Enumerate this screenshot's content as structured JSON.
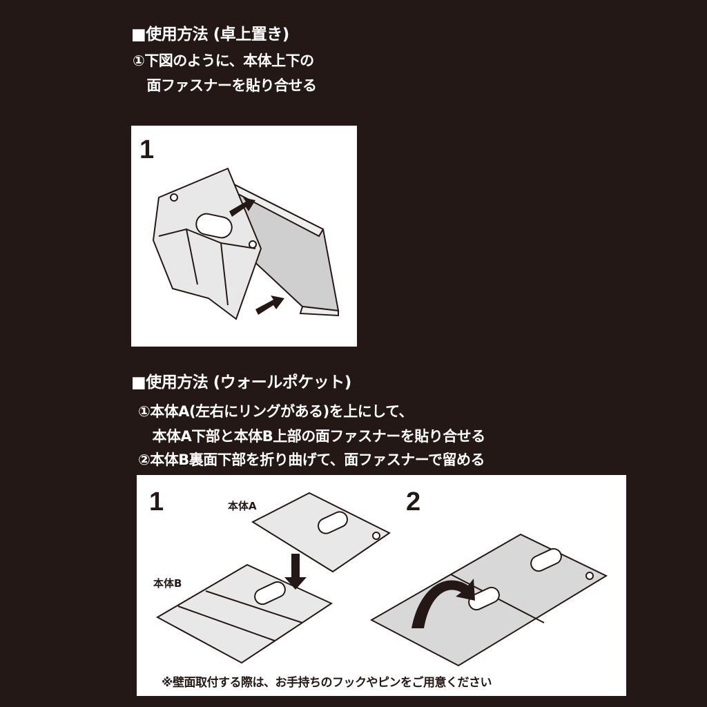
{
  "section1": {
    "heading": "■使用方法 (卓上置き)",
    "lines": [
      "①下図のように、本体上下の",
      "　面ファスナーを貼り合せる"
    ],
    "figure_number": "1"
  },
  "section2": {
    "heading": "■使用方法 (ウォールポケット)",
    "lines": [
      "①本体A(左右にリングがある)を上にして、",
      "　本体A下部と本体B上部の面ファスナーを貼り合せる",
      "②本体B裏面下部を折り曲げて、面ファスナーで留める"
    ],
    "figure1_number": "1",
    "figure2_number": "2",
    "label_a": "本体A",
    "label_b": "本体B",
    "note": "※壁面取付する際は、お手持ちのフックやピンをご用意ください"
  }
}
